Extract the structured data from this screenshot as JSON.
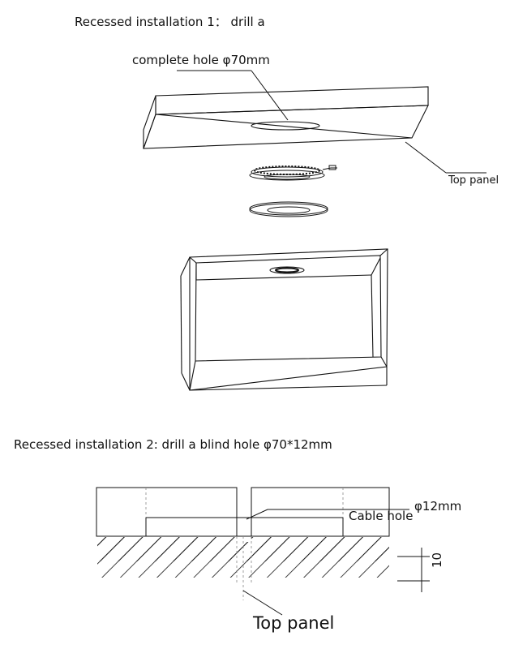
{
  "labels": {
    "install1_line1": "Recessed installation 1： drill a",
    "install1_line2": "complete hole φ70mm",
    "top_panel_small": "Top panel",
    "install2": "Recessed installation 2:  drill a blind hole φ70*12mm",
    "cable_hole": "Cable hole",
    "phi12": "φ12mm",
    "dim_10": "10",
    "top_panel_large": "Top panel"
  }
}
